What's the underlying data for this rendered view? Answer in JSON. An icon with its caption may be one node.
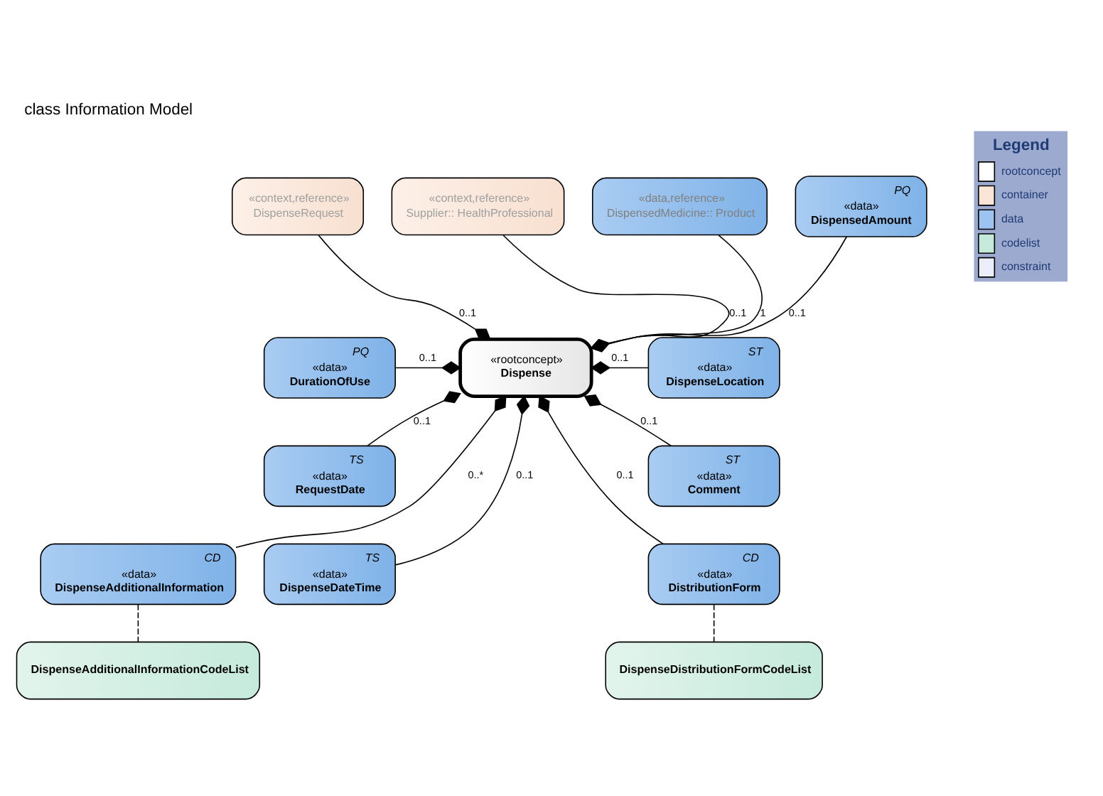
{
  "diagram": {
    "title": "class Information Model",
    "nodes": [
      {
        "text": [
          "«context,reference»",
          "DispenseRequest"
        ]
      },
      {
        "text": [
          "«context,reference»",
          "Supplier:: HealthProfessional"
        ]
      },
      {
        "text": [
          "«data,reference»",
          "DispensedMedicine:: Product"
        ]
      },
      {
        "text": [
          "PQ",
          "«data»",
          "DispensedAmount"
        ]
      },
      {
        "text": [
          "PQ",
          "«data»",
          "DurationOfUse"
        ]
      },
      {
        "text": [
          "«rootconcept»",
          "Dispense"
        ]
      },
      {
        "text": [
          "ST",
          "«data»",
          "DispenseLocation"
        ]
      },
      {
        "text": [
          "TS",
          "«data»",
          "RequestDate"
        ]
      },
      {
        "text": [
          "ST",
          "«data»",
          "Comment"
        ]
      },
      {
        "text": [
          "TS",
          "«data»",
          "DispenseDateTime"
        ]
      },
      {
        "text": [
          "CD",
          "«data»",
          "DispenseAdditionalInformation"
        ]
      },
      {
        "text": [
          "CD",
          "«data»",
          "DistributionForm"
        ]
      },
      {
        "text": [
          "DispenseAdditionalInformationCodeList"
        ]
      },
      {
        "text": [
          "DispenseDistributionFormCodeList"
        ]
      }
    ],
    "edges": [
      {
        "from": 5,
        "to": 0,
        "arrow": "other",
        "label": "0..1"
      },
      {
        "from": 5,
        "to": 1,
        "arrow": "other",
        "label": "0..1"
      },
      {
        "from": 5,
        "to": 2,
        "arrow": "other",
        "label": "1"
      },
      {
        "from": 5,
        "to": 3,
        "arrow": "other",
        "label": "0..1"
      },
      {
        "from": 5,
        "to": 4,
        "arrow": "other",
        "label": "0..1"
      },
      {
        "from": 5,
        "to": 6,
        "arrow": "other",
        "label": "0..1"
      },
      {
        "from": 5,
        "to": 7,
        "arrow": "other",
        "label": "0..1"
      },
      {
        "from": 5,
        "to": 8,
        "arrow": "other",
        "label": "0..1"
      },
      {
        "from": 5,
        "to": 9,
        "arrow": "other",
        "label": "0..1"
      },
      {
        "from": 5,
        "to": 10,
        "arrow": "other",
        "label": "0..*"
      },
      {
        "from": 5,
        "to": 11,
        "arrow": "other",
        "label": "0..1"
      },
      {
        "from": 10,
        "to": 12,
        "arrow": "none",
        "style": "dashed"
      },
      {
        "from": 11,
        "to": 13,
        "arrow": "none",
        "style": "dashed"
      }
    ],
    "labels": [
      "Legend"
    ],
    "legend": [
      {
        "text": "rootconcept",
        "color": "#ffffff"
      },
      {
        "text": "container",
        "color": "#fbe5d6"
      },
      {
        "text": "data",
        "color": "#9dc3f0"
      },
      {
        "text": "codelist",
        "color": "#c5eadb"
      },
      {
        "text": "constraint",
        "color": "#eceefb"
      }
    ]
  }
}
